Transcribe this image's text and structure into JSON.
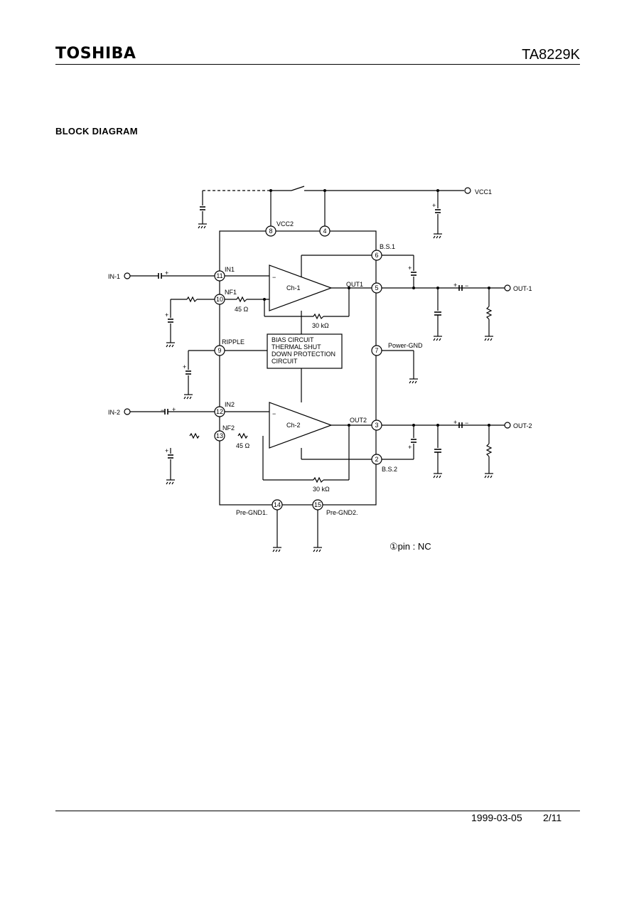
{
  "header": {
    "brand": "TOSHIBA",
    "part_number": "TA8229K"
  },
  "section": {
    "title": "BLOCK DIAGRAM"
  },
  "diagram": {
    "supply_labels": {
      "vcc1": "VCC1",
      "vcc2": "VCC2"
    },
    "pins": {
      "p2": "2",
      "p3": "3",
      "p4": "4",
      "p5": "5",
      "p6": "6",
      "p7": "7",
      "p8": "8",
      "p9": "9",
      "p10": "10",
      "p11": "11",
      "p12": "12",
      "p13": "13",
      "p14": "14",
      "p15": "15"
    },
    "pin_labels": {
      "in1": "IN1",
      "nf1": "NF1",
      "ripple": "RIPPLE",
      "in2": "IN2",
      "nf2": "NF2",
      "bs1": "B.S.1",
      "out1": "OUT1",
      "power_gnd": "Power-GND",
      "out2": "OUT2",
      "bs2": "B.S.2",
      "pre_gnd1": "Pre-GND1.",
      "pre_gnd2": "Pre-GND2."
    },
    "terminals": {
      "in_1": "IN-1",
      "in_2": "IN-2",
      "out_1": "OUT-1",
      "out_2": "OUT-2"
    },
    "amplifiers": {
      "ch1": "Ch-1",
      "ch2": "Ch-2",
      "minus": "−"
    },
    "bias_block": {
      "line1": "BIAS CIRCUIT",
      "line2": "THERMAL SHUT",
      "line3": "DOWN PROTECTION",
      "line4": "CIRCUIT"
    },
    "resistors": {
      "r_45_1": "45 Ω",
      "r_30k_1": "30 kΩ",
      "r_45_2": "45 Ω",
      "r_30k_2": "30 kΩ"
    },
    "plus": "+",
    "minus": "−",
    "note": "①pin : NC"
  },
  "footer": {
    "date": "1999-03-05",
    "page": "2/11"
  }
}
